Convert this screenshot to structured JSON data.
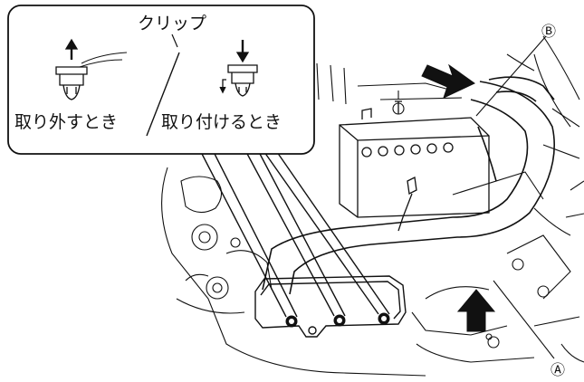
{
  "callout": {
    "title": "クリップ",
    "remove_label": "取り外すとき",
    "install_label": "取り付けるとき"
  },
  "markers": {
    "b": "Ⓑ",
    "a": "Ⓐ"
  },
  "icons": {
    "remove_clip": "clip-remove-icon",
    "install_clip": "clip-install-icon",
    "arrow_upper": "arrow-right-icon",
    "arrow_lower": "arrow-up-icon"
  },
  "colors": {
    "line": "#111111",
    "background": "#ffffff"
  }
}
